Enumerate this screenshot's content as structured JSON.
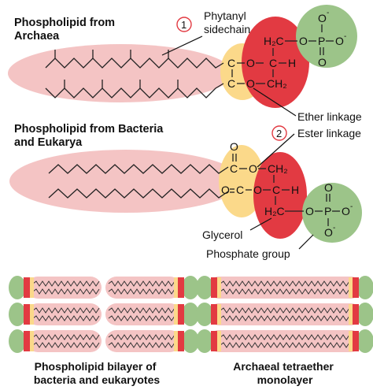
{
  "archaea": {
    "title_line1": "Phospholipid from",
    "title_line2": "Archaea",
    "marker": "1",
    "phytanyl_line1": "Phytanyl",
    "phytanyl_line2": "sidechain",
    "c1": "C",
    "o1": "O",
    "c2": "C",
    "o2": "O",
    "h2c": "H₂C",
    "ch": "C",
    "h": "H",
    "ch2": "CH₂",
    "o_link": "O",
    "p": "P",
    "o_top": "O",
    "o_bottom": "O",
    "o_dbl": "O"
  },
  "bacteria": {
    "title_line1": "Phospholipid from Bacteria",
    "title_line2": "and Eukarya",
    "marker": "2",
    "c1": "C",
    "o1_dbl": "O",
    "o1": "O",
    "c2": "C",
    "o2_dbl": "O",
    "o2": "O",
    "ch2": "CH₂",
    "ch": "C",
    "h": "H",
    "h2c": "H₂C",
    "o_link": "O",
    "p": "P",
    "o_top": "O",
    "o_bottom": "O",
    "o_dbl": "O"
  },
  "labels": {
    "ether": "Ether linkage",
    "ester": "Ester linkage",
    "glycerol": "Glycerol",
    "phosphate": "Phosphate group"
  },
  "captions": {
    "bilayer_line1": "Phospholipid bilayer of",
    "bilayer_line2": "bacteria and eukaryotes",
    "monolayer_line1": "Archaeal tetraether",
    "monolayer_line2": "monolayer"
  },
  "colors": {
    "tail": "#f4c4c4",
    "linkage": "#fbd98a",
    "glycerol": "#e23a42",
    "phosphate": "#9cc489",
    "text": "#111111"
  }
}
